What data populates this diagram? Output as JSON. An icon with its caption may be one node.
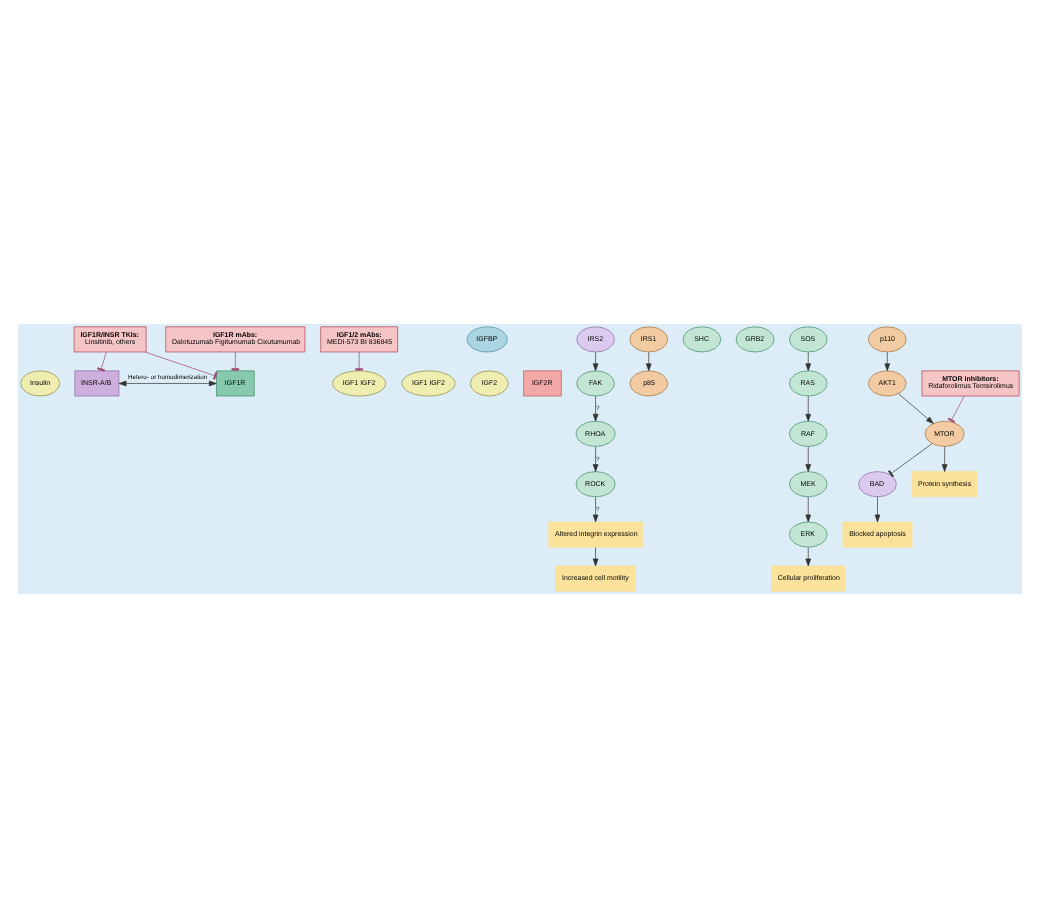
{
  "diagram": {
    "nodes": [
      {
        "text": [
          "Insulin"
        ]
      },
      {
        "text": [
          "INSR-A/B"
        ]
      },
      {
        "text": [
          "IGF1R mAbs:",
          "Dalotuzumab Figitumumab Cixutumumab"
        ]
      },
      {
        "text": [
          "IGF1 IGF2"
        ]
      },
      {
        "text": [
          "IGF1R"
        ]
      },
      {
        "text": [
          "IGF1/2 mAbs:",
          "MEDI-573 BI 836845"
        ]
      },
      {
        "text": [
          "IGFBP"
        ]
      },
      {
        "text": [
          "IGF1 IGF2"
        ]
      },
      {
        "text": [
          "IGF2"
        ]
      },
      {
        "text": [
          "IGF2R"
        ]
      },
      {
        "text": [
          "IGF1R/INSR TKIs:",
          "Linsitinib, others"
        ]
      },
      {
        "text": [
          "IRS2"
        ]
      },
      {
        "text": [
          "IRS1"
        ]
      },
      {
        "text": [
          "SHC"
        ]
      },
      {
        "text": [
          "GRB2"
        ]
      },
      {
        "text": [
          "SOS"
        ]
      },
      {
        "text": [
          "p85"
        ]
      },
      {
        "text": [
          "p110"
        ]
      },
      {
        "text": [
          "MTOR inhibitors:",
          "Ridaforolimus Temsirolimus"
        ]
      },
      {
        "text": [
          "AKT1"
        ]
      },
      {
        "text": [
          "FAK"
        ]
      },
      {
        "text": [
          "RHOA"
        ]
      },
      {
        "text": [
          "ROCK"
        ]
      },
      {
        "text": [
          "RAS"
        ]
      },
      {
        "text": [
          "RAF"
        ]
      },
      {
        "text": [
          "MEK"
        ]
      },
      {
        "text": [
          "ERK"
        ]
      },
      {
        "text": [
          "MTOR"
        ]
      },
      {
        "text": [
          "BAD"
        ]
      },
      {
        "text": [
          "Altered integrin expression"
        ]
      },
      {
        "text": [
          "Protein synthesis"
        ]
      },
      {
        "text": [
          "Blocked apoptosis"
        ]
      },
      {
        "text": [
          "Cellular proliferation"
        ]
      },
      {
        "text": [
          "Increased cell motility"
        ]
      }
    ],
    "edges": [
      {
        "from": 1,
        "to": 4,
        "arrow": "both",
        "label": "Hetero- or homodimerization"
      },
      {
        "from": 2,
        "to": 4,
        "arrow": "other",
        "color": "#a0446a"
      },
      {
        "from": 5,
        "to": 3,
        "arrow": "other",
        "color": "#a0446a"
      },
      {
        "from": 10,
        "to": 1,
        "arrow": "other",
        "color": "#a0446a"
      },
      {
        "from": 10,
        "to": 4,
        "arrow": "other",
        "color": "#a0446a"
      },
      {
        "from": 11,
        "to": 20,
        "arrow": "to"
      },
      {
        "from": 12,
        "to": 16,
        "arrow": "to"
      },
      {
        "from": 17,
        "to": 19,
        "arrow": "to"
      },
      {
        "from": 19,
        "to": 27,
        "arrow": "to"
      },
      {
        "from": 18,
        "to": 27,
        "arrow": "other",
        "color": "#a0446a"
      },
      {
        "from": 27,
        "to": 28,
        "arrow": "other"
      },
      {
        "from": 27,
        "to": 30,
        "arrow": "to"
      },
      {
        "from": 28,
        "to": 31,
        "arrow": "to"
      },
      {
        "from": 15,
        "to": 23,
        "arrow": "to"
      },
      {
        "from": 23,
        "to": 24,
        "arrow": "to"
      },
      {
        "from": 24,
        "to": 25,
        "arrow": "to"
      },
      {
        "from": 25,
        "to": 26,
        "arrow": "to"
      },
      {
        "from": 26,
        "to": 32,
        "arrow": "to"
      },
      {
        "from": 20,
        "to": 21,
        "arrow": "to",
        "label": "?"
      },
      {
        "from": 21,
        "to": 22,
        "arrow": "to",
        "label": "?"
      },
      {
        "from": 22,
        "to": 29,
        "arrow": "to",
        "label": "?"
      },
      {
        "from": 29,
        "to": 33,
        "arrow": "to"
      }
    ]
  }
}
